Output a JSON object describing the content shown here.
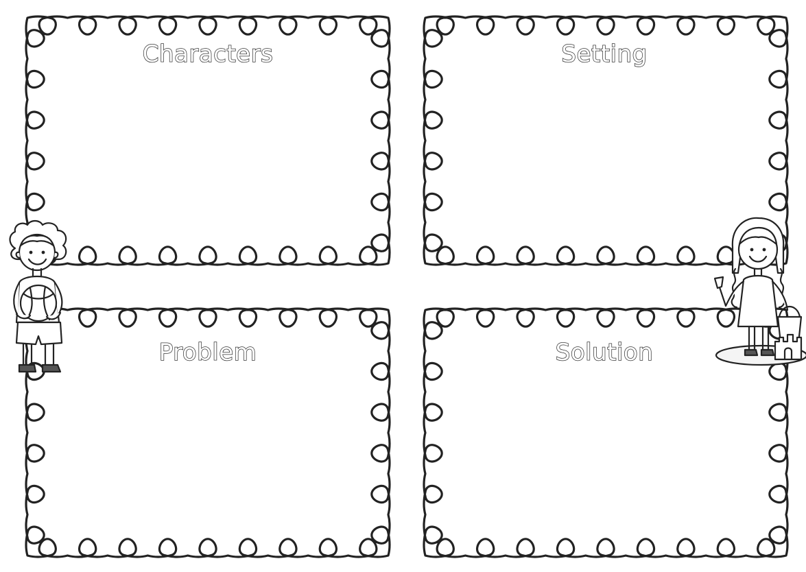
{
  "worksheet": {
    "panels": [
      {
        "title": "Characters"
      },
      {
        "title": "Setting"
      },
      {
        "title": "Problem"
      },
      {
        "title": "Solution"
      }
    ],
    "illustrations": [
      {
        "name": "boy-with-beach-ball"
      },
      {
        "name": "girl-with-sandcastle"
      }
    ],
    "colors": {
      "ink": "#222222",
      "paper": "#ffffff"
    }
  }
}
